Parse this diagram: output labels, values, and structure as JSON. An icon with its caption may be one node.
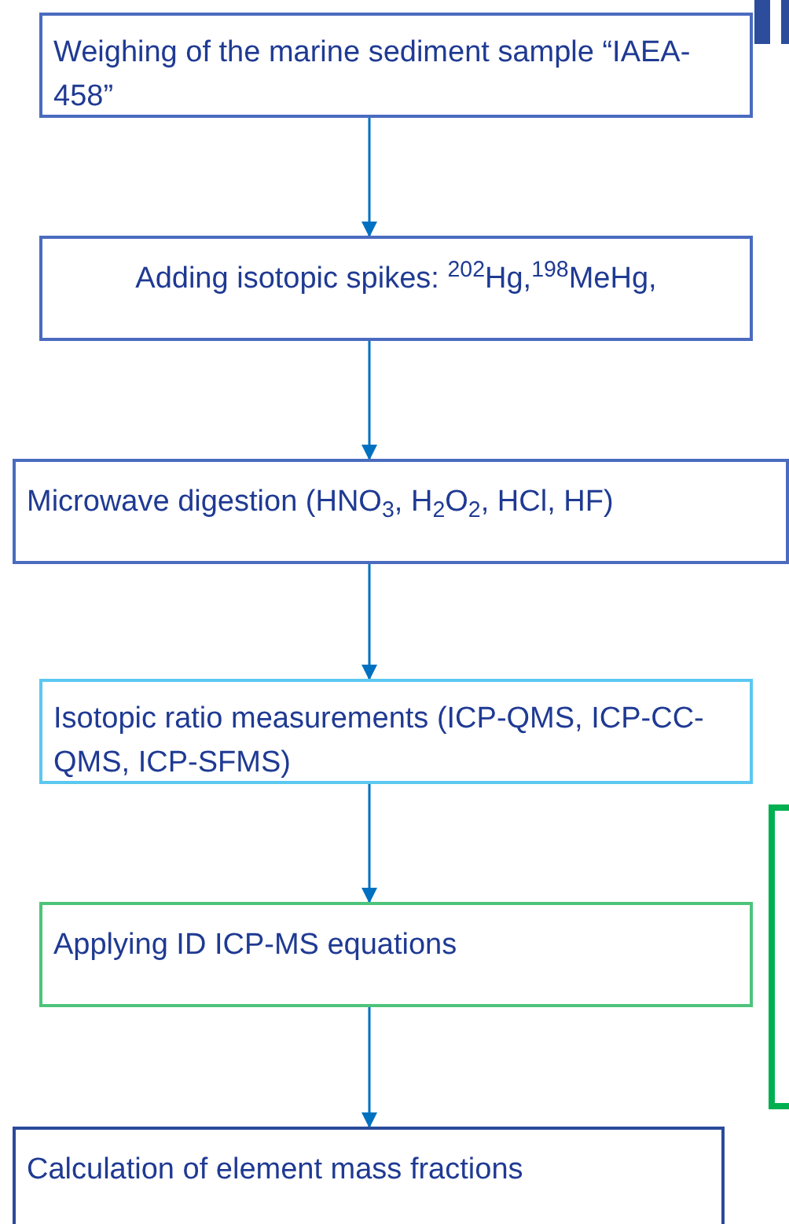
{
  "diagram": {
    "nodes": [
      {
        "text": [
          "Weighing of the marine sediment sample “IAEA-458”"
        ]
      },
      {
        "text": [
          "Adding isotopic spikes: $^{202}$Hg,$^{198}$MeHg,"
        ]
      },
      {
        "text": [
          "Microwave digestion (HNO$_{3}$, H$_{2}$O$_{2}$, HCl, HF)"
        ]
      },
      {
        "text": [
          "Isotopic ratio measurements (ICP-QMS, ICP-CC-QMS, ICP-SFMS)"
        ]
      },
      {
        "text": [
          "Applying ID ICP-MS equations"
        ]
      },
      {
        "text": [
          "Calculation of element mass fractions"
        ]
      }
    ],
    "edges": [
      {
        "from": 0,
        "to": 1,
        "arrow": "to"
      },
      {
        "from": 1,
        "to": 2,
        "arrow": "to"
      },
      {
        "from": 2,
        "to": 3,
        "arrow": "to"
      },
      {
        "from": 3,
        "to": 4,
        "arrow": "to"
      },
      {
        "from": 4,
        "to": 5,
        "arrow": "to"
      }
    ]
  }
}
